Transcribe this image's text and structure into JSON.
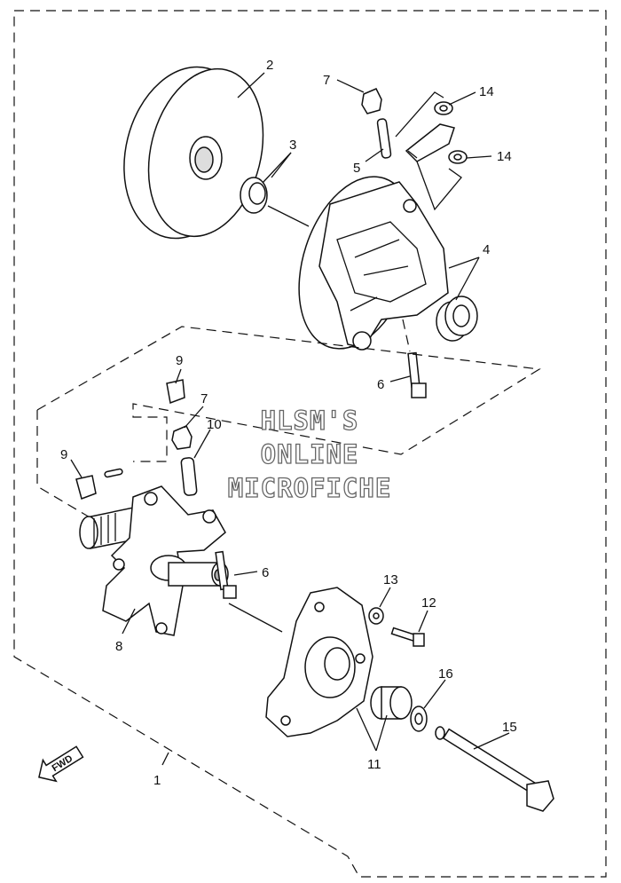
{
  "diagram": {
    "callouts": {
      "c1": "1",
      "c2": "2",
      "c3": "3",
      "c4": "4",
      "c5": "5",
      "c6a": "6",
      "c6b": "6",
      "c7a": "7",
      "c7b": "7",
      "c8": "8",
      "c9a": "9",
      "c9b": "9",
      "c10": "10",
      "c11": "11",
      "c12": "12",
      "c13": "13",
      "c14a": "14",
      "c14b": "14",
      "c15": "15",
      "c16": "16"
    },
    "watermark": {
      "line1": "HLSM'S",
      "line2": "ONLINE",
      "line3": "MICROFICHE"
    },
    "fwd_arrow": {
      "label": "FWD",
      "icon": "fwd-arrow-icon"
    }
  }
}
